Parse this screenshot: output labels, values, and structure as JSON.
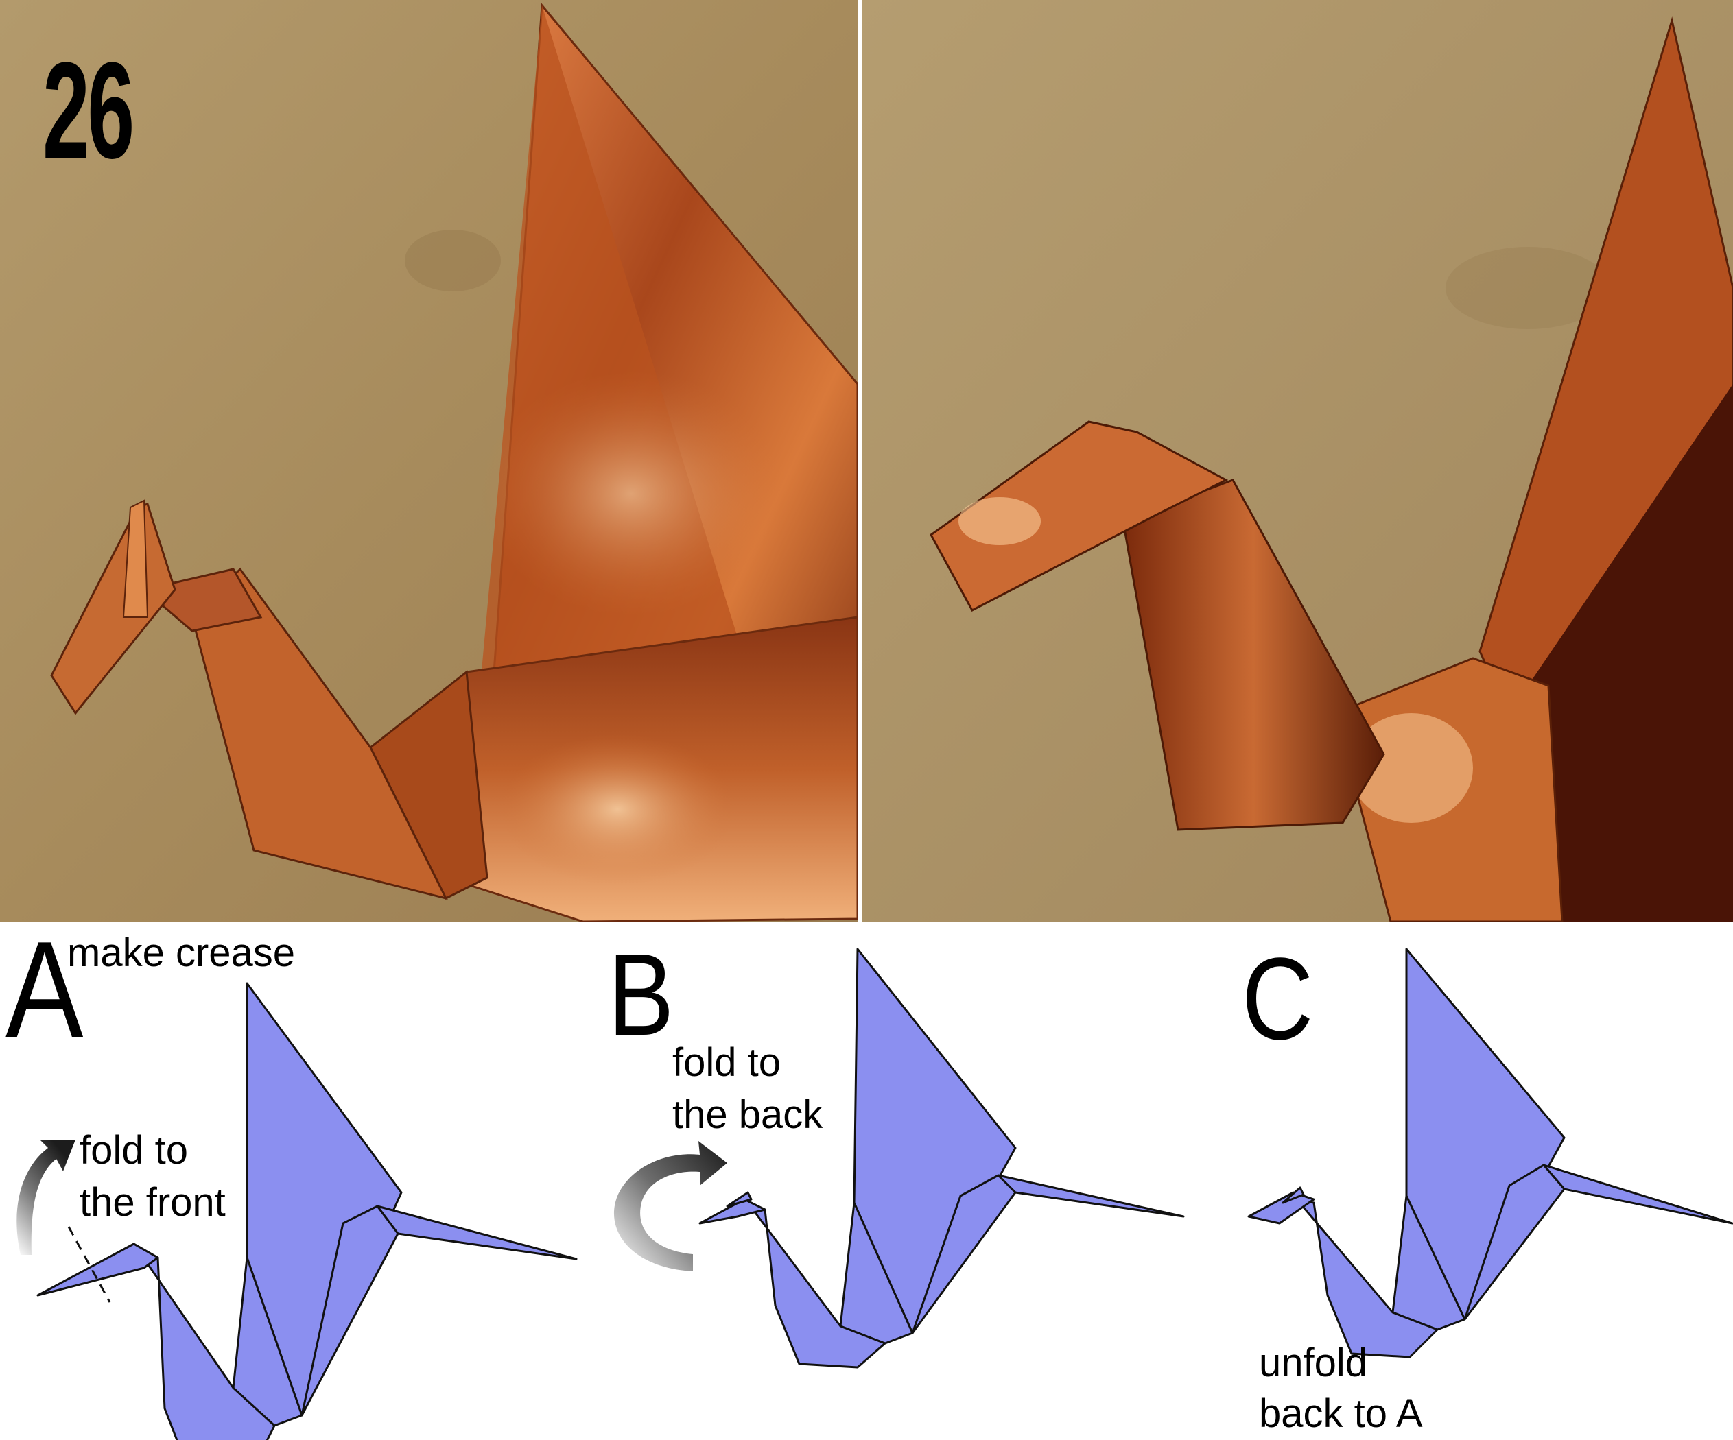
{
  "step_number": "26",
  "panels": [
    {
      "letter": "A",
      "caption": "make crease",
      "instruction_lines": [
        "fold to",
        "the front"
      ]
    },
    {
      "letter": "B",
      "instruction_lines": [
        "fold to",
        "the back"
      ]
    },
    {
      "letter": "C",
      "instruction_lines": [
        "unfold",
        "back to A"
      ]
    }
  ],
  "colors": {
    "paper_diagram": "#8b8ff0",
    "copper": "#c4622a",
    "table": "#b59866"
  },
  "icons": [
    "curved-arrow-up-icon",
    "curved-arrow-around-icon",
    "crease-dashed-line-icon"
  ]
}
